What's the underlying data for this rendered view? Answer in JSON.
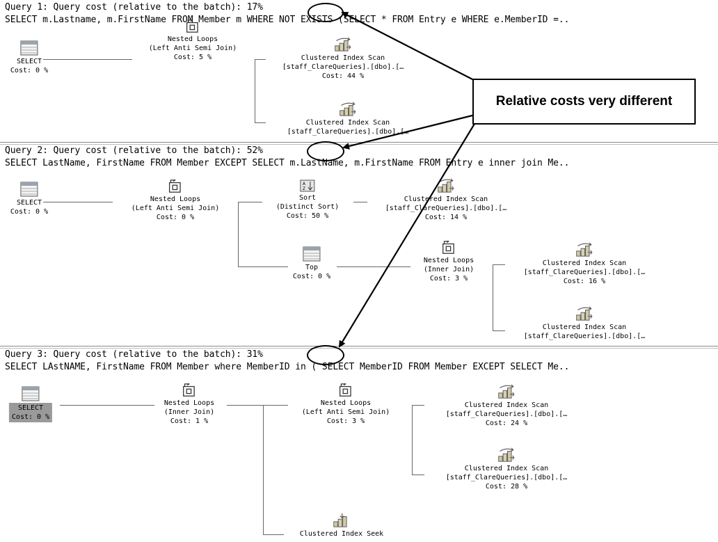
{
  "queries": [
    {
      "header": "Query 1: Query cost (relative to the batch): 17%",
      "sql": "SELECT m.Lastname, m.FirstName FROM Member m WHERE NOT EXISTS (SELECT * FROM Entry e WHERE e.MemberID =.."
    },
    {
      "header": "Query 2: Query cost (relative to the batch): 52%",
      "sql": "SELECT LastName, FirstName FROM Member EXCEPT SELECT m.LastName, m.FirstName FROM Entry e inner join Me.."
    },
    {
      "header": "Query 3: Query cost (relative to the batch): 31%",
      "sql": "SELECT LAstNAME, FirstName FROM Member where MemberID in ( SELECT MemberID FROM Member EXCEPT SELECT Me.."
    }
  ],
  "nodes": {
    "q1_select": {
      "l1": "SELECT",
      "l2": "Cost: 0 %"
    },
    "q1_nl": {
      "l1": "Nested Loops",
      "l2": "(Left Anti Semi Join)",
      "l3": "Cost: 5 %"
    },
    "q1_cis1": {
      "l1": "Clustered Index Scan",
      "l2": "[staff_ClareQueries].[dbo].[…",
      "l3": "Cost: 44 %"
    },
    "q1_cis2": {
      "l1": "Clustered Index Scan",
      "l2": "[staff_ClareQueries].[dbo].[…"
    },
    "q2_select": {
      "l1": "SELECT",
      "l2": "Cost: 0 %"
    },
    "q2_nl": {
      "l1": "Nested Loops",
      "l2": "(Left Anti Semi Join)",
      "l3": "Cost: 0 %"
    },
    "q2_sort": {
      "l1": "Sort",
      "l2": "(Distinct Sort)",
      "l3": "Cost: 50 %"
    },
    "q2_cis1": {
      "l1": "Clustered Index Scan",
      "l2": "[staff_ClareQueries].[dbo].[…",
      "l3": "Cost: 14 %"
    },
    "q2_top": {
      "l1": "Top",
      "l2": "Cost: 0 %"
    },
    "q2_nl2": {
      "l1": "Nested Loops",
      "l2": "(Inner Join)",
      "l3": "Cost: 3 %"
    },
    "q2_cis2": {
      "l1": "Clustered Index Scan",
      "l2": "[staff_ClareQueries].[dbo].[…",
      "l3": "Cost: 16 %"
    },
    "q2_cis3": {
      "l1": "Clustered Index Scan",
      "l2": "[staff_ClareQueries].[dbo].[…"
    },
    "q3_select": {
      "l1": "SELECT",
      "l2": "Cost: 0 %"
    },
    "q3_nl": {
      "l1": "Nested Loops",
      "l2": "(Inner Join)",
      "l3": "Cost: 1 %"
    },
    "q3_nl2": {
      "l1": "Nested Loops",
      "l2": "(Left Anti Semi Join)",
      "l3": "Cost: 3 %"
    },
    "q3_cis1": {
      "l1": "Clustered Index Scan",
      "l2": "[staff_ClareQueries].[dbo].[…",
      "l3": "Cost: 24 %"
    },
    "q3_cis2": {
      "l1": "Clustered Index Scan",
      "l2": "[staff_ClareQueries].[dbo].[…",
      "l3": "Cost: 28 %"
    },
    "q3_seek": {
      "l1": "Clustered Index Seek"
    }
  },
  "callout": {
    "text": "Relative costs very different"
  }
}
